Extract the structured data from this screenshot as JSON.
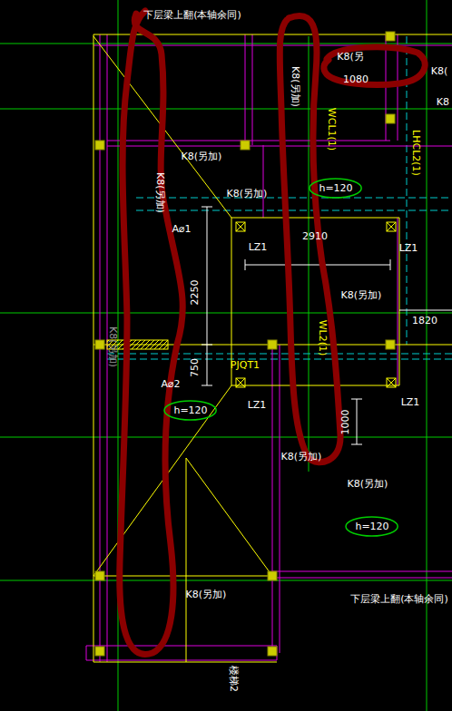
{
  "diagram": {
    "nodes": [
      {
        "text": [
          "h=120"
        ]
      },
      {
        "text": [
          "h=120"
        ]
      },
      {
        "text": [
          "h=120"
        ]
      }
    ],
    "labels": [
      "下层梁上翻(本轴余同)",
      "K8(另加)",
      "K8(另",
      "1080",
      "K8(",
      "K8",
      "WCL1(1)",
      "LHCL2(1)",
      "K8(另加)",
      "K8(另加)",
      "K8(另加)",
      "A⌀1",
      "2250",
      "LZ1",
      "2910",
      "LZ1",
      "K8(另加)",
      "WL2(1)",
      "1820",
      "K8(另加)",
      "750",
      "PJQT1",
      "A⌀2",
      "LZ1",
      "LZ1",
      "1000",
      "K8(另加)",
      "K8(另加)",
      "K8(另加)",
      "下层梁上翻(本轴余同)",
      "楼梯2"
    ]
  }
}
